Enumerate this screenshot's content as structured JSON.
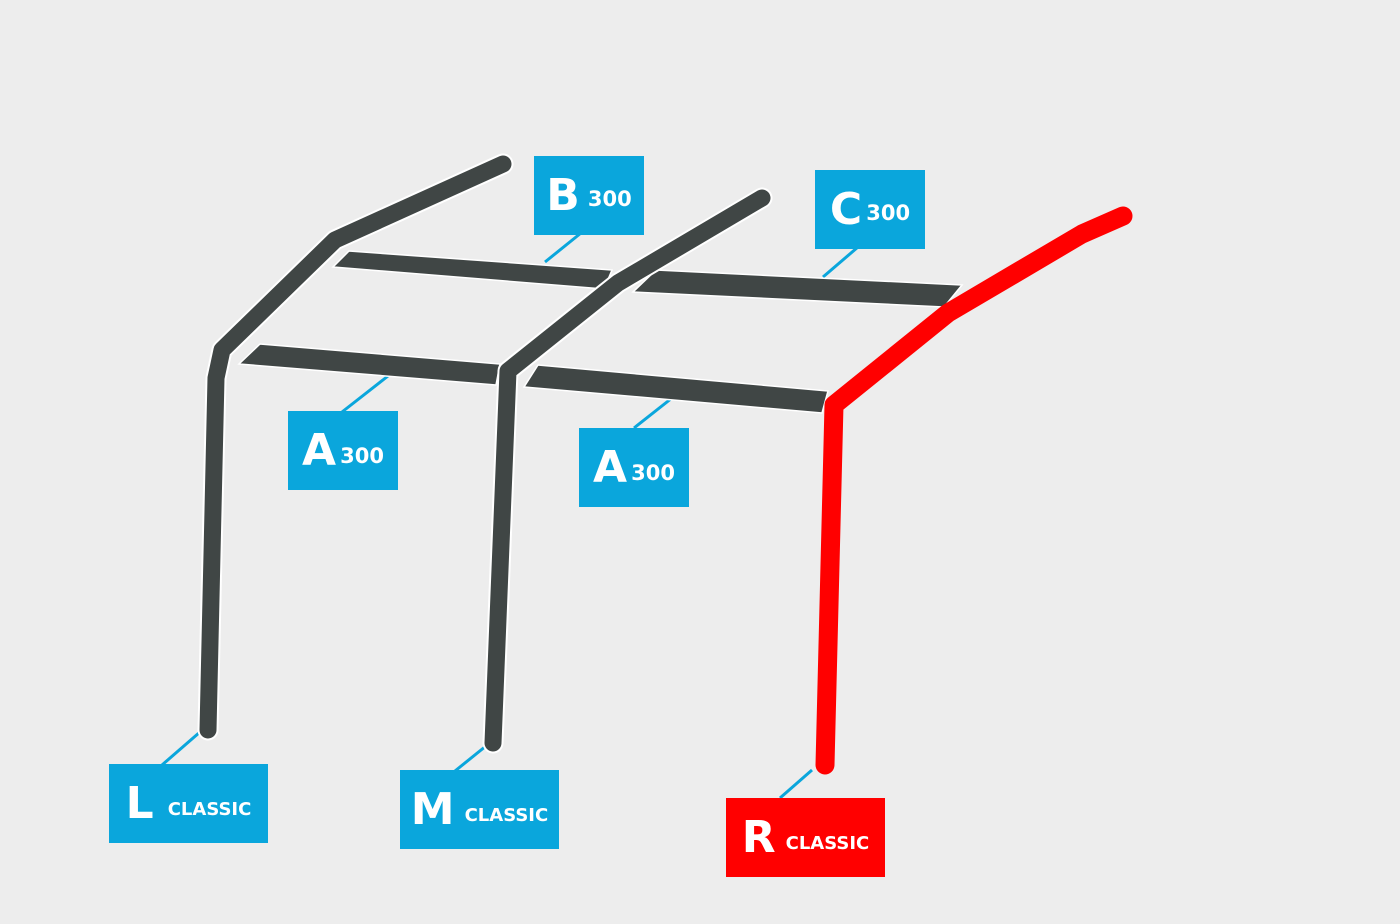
{
  "colors": {
    "background": "#ededed",
    "pole": "#404645",
    "highlight": "#ff0000",
    "label": "#0aa6dc",
    "leader": "#0aa6dc"
  },
  "labels": {
    "b300": {
      "letter": "B",
      "sub": "300"
    },
    "c300": {
      "letter": "C",
      "sub": "300"
    },
    "a300_left": {
      "letter": "A",
      "sub": "300"
    },
    "a300_right": {
      "letter": "A",
      "sub": "300"
    },
    "l_classic": {
      "letter": "L",
      "sub": "CLASSIC"
    },
    "m_classic": {
      "letter": "M",
      "sub": "CLASSIC"
    },
    "r_classic": {
      "letter": "R",
      "sub": "CLASSIC"
    }
  }
}
